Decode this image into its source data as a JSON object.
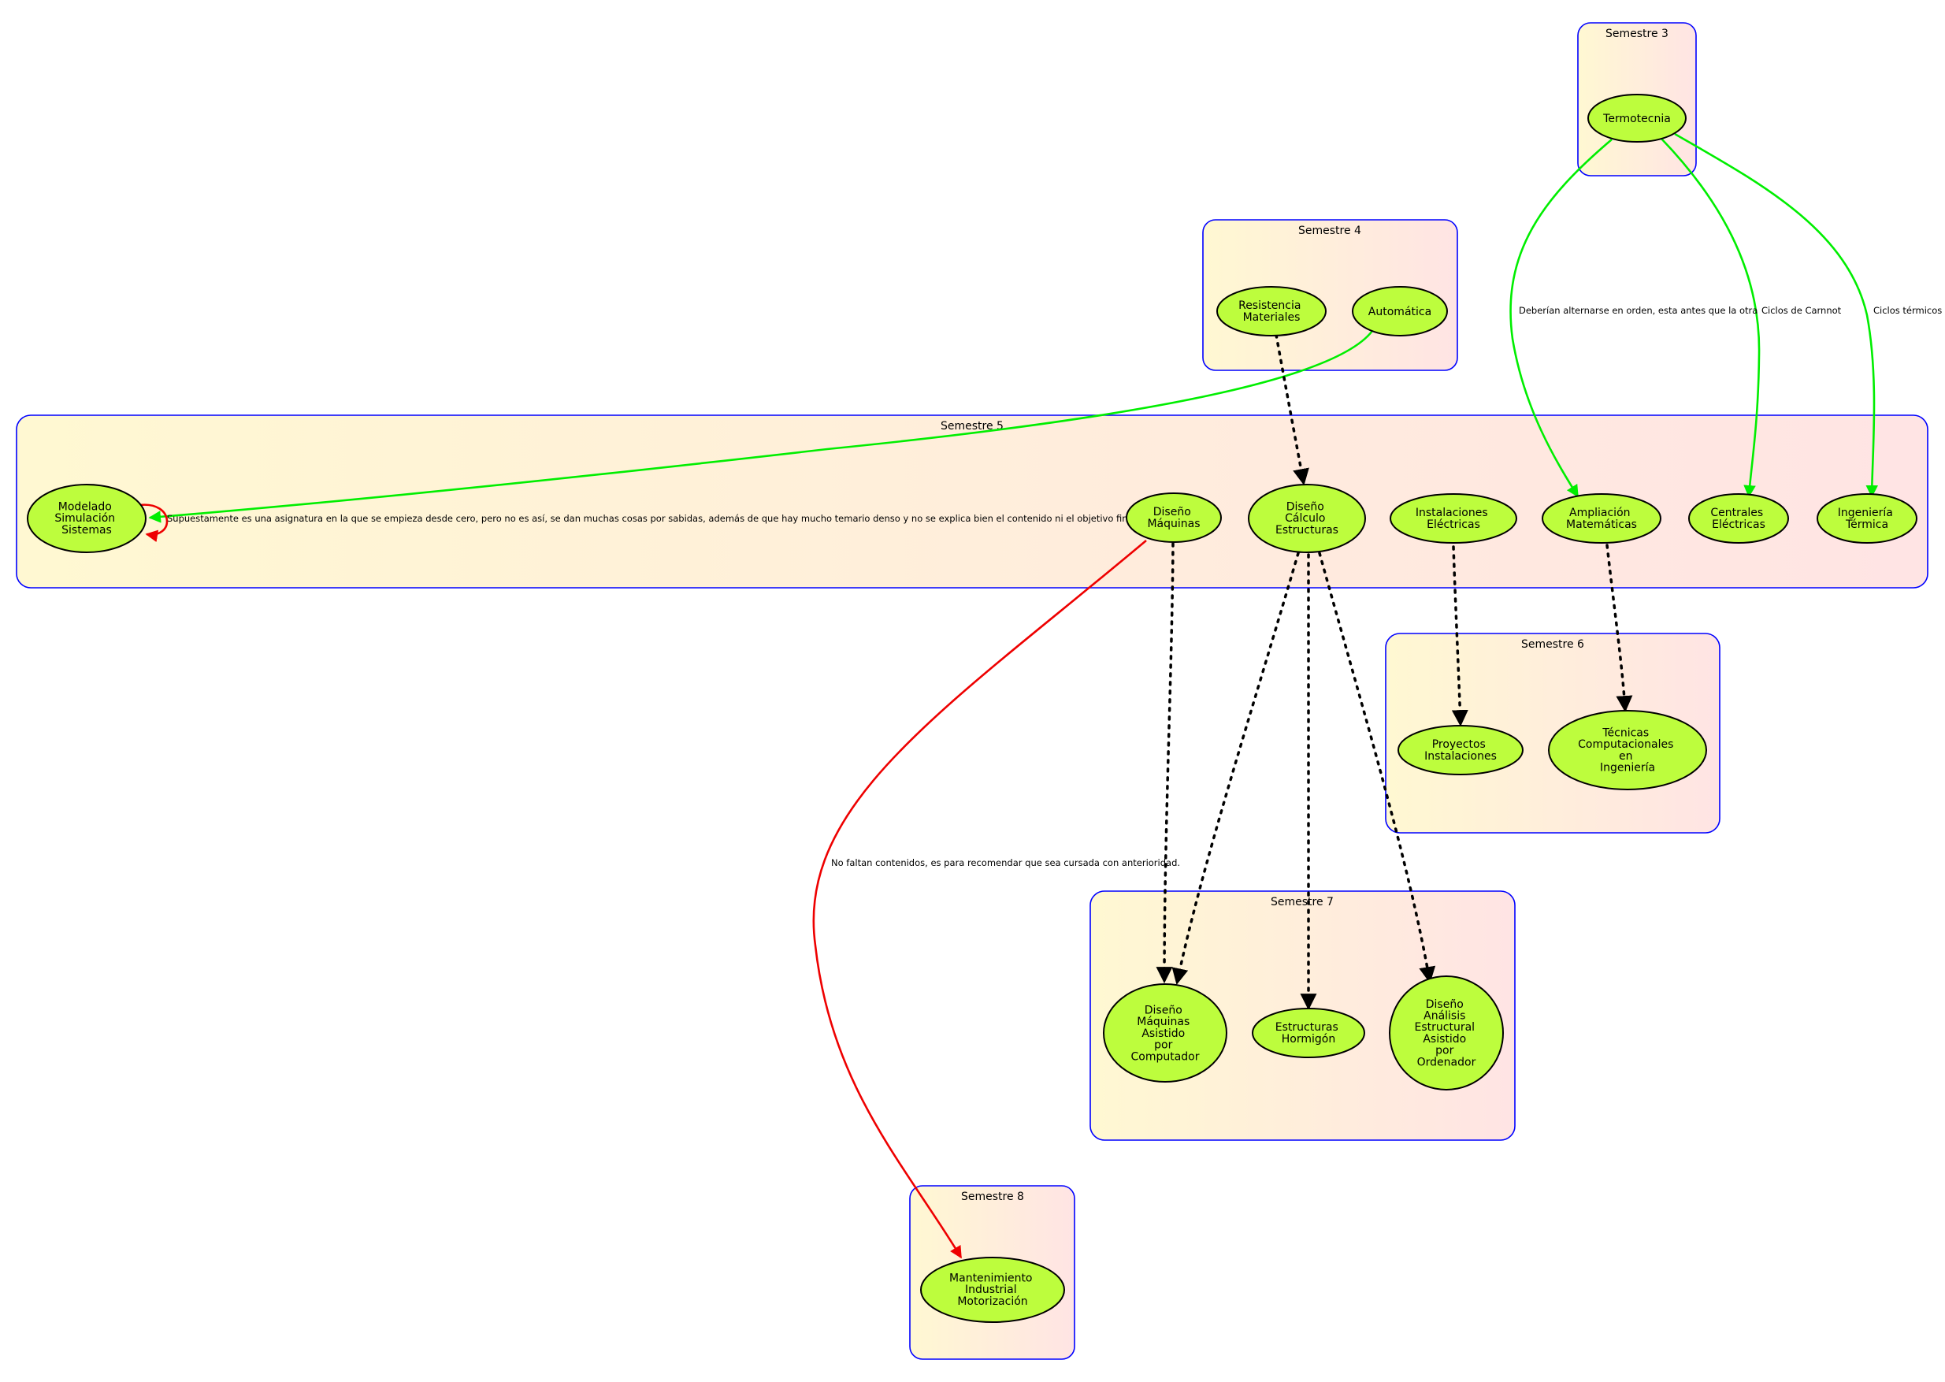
{
  "colors": {
    "cluster_border": "#0000ff",
    "cluster_fill_start": "#fff8d2",
    "cluster_fill_end": "#ffe4e4",
    "node_fill": "#bdfd3d",
    "node_stroke": "#000000",
    "edge_green": "#00ee00",
    "edge_red": "#ee0000",
    "edge_black": "#000000"
  },
  "clusters": [
    {
      "id": "s3",
      "title": "Semestre 3"
    },
    {
      "id": "s4",
      "title": "Semestre 4"
    },
    {
      "id": "s5",
      "title": "Semestre 5"
    },
    {
      "id": "s6",
      "title": "Semestre 6"
    },
    {
      "id": "s7",
      "title": "Semestre 7"
    },
    {
      "id": "s8",
      "title": "Semestre 8"
    }
  ],
  "nodes": [
    {
      "id": "termotecnia",
      "lines": [
        "Termotecnia"
      ]
    },
    {
      "id": "resistencia",
      "lines": [
        "Resistencia",
        "Materiales"
      ]
    },
    {
      "id": "automatica",
      "lines": [
        "Automática"
      ]
    },
    {
      "id": "modelado",
      "lines": [
        "Modelado",
        "Simulación",
        "Sistemas"
      ]
    },
    {
      "id": "diseno_maquinas",
      "lines": [
        "Diseño",
        "Máquinas"
      ]
    },
    {
      "id": "diseno_calculo",
      "lines": [
        "Diseño",
        "Cálculo",
        "Estructuras"
      ]
    },
    {
      "id": "instalaciones",
      "lines": [
        "Instalaciones",
        "Eléctricas"
      ]
    },
    {
      "id": "ampliacion",
      "lines": [
        "Ampliación",
        "Matemáticas"
      ]
    },
    {
      "id": "centrales",
      "lines": [
        "Centrales",
        "Eléctricas"
      ]
    },
    {
      "id": "ingenieria_termica",
      "lines": [
        "Ingeniería",
        "Térmica"
      ]
    },
    {
      "id": "proyectos",
      "lines": [
        "Proyectos",
        "Instalaciones"
      ]
    },
    {
      "id": "tecnicas",
      "lines": [
        "Técnicas",
        "Computacionales",
        "en",
        "Ingeniería"
      ]
    },
    {
      "id": "dmac",
      "lines": [
        "Diseño",
        "Máquinas",
        "Asistido",
        "por",
        "Computador"
      ]
    },
    {
      "id": "estructuras",
      "lines": [
        "Estructuras",
        "Hormigón"
      ]
    },
    {
      "id": "daeao",
      "lines": [
        "Diseño",
        "Análisis",
        "Estructural",
        "Asistido",
        "por",
        "Ordenador"
      ]
    },
    {
      "id": "mantenimiento",
      "lines": [
        "Mantenimiento",
        "Industrial",
        "Motorización"
      ]
    }
  ],
  "edges": [
    {
      "id": "e1",
      "from": "termotecnia",
      "to": "ampliacion",
      "style": "green",
      "label": "Deberían alternarse en orden, esta antes que la otra"
    },
    {
      "id": "e2",
      "from": "termotecnia",
      "to": "centrales",
      "style": "green",
      "label": "Ciclos de Carnnot"
    },
    {
      "id": "e3",
      "from": "termotecnia",
      "to": "ingenieria_termica",
      "style": "green",
      "label": "Ciclos térmicos"
    },
    {
      "id": "e4",
      "from": "automatica",
      "to": "modelado",
      "style": "green",
      "label": "Supuestamente es una asignatura en la que se empieza desde cero, pero no es así, se dan muchas cosas por sabidas, además de que hay mucho temario denso y no se explica bien el contenido ni el objetivo final."
    },
    {
      "id": "e5",
      "from": "modelado",
      "to": "modelado",
      "style": "red",
      "label": ""
    },
    {
      "id": "e6",
      "from": "resistencia",
      "to": "diseno_calculo",
      "style": "dotted",
      "label": ""
    },
    {
      "id": "e7",
      "from": "diseno_maquinas",
      "to": "mantenimiento",
      "style": "red",
      "label": "No faltan contenidos, es para recomendar que sea cursada con anterioridad."
    },
    {
      "id": "e8",
      "from": "diseno_maquinas",
      "to": "dmac",
      "style": "dotted",
      "label": ""
    },
    {
      "id": "e9",
      "from": "diseno_calculo",
      "to": "dmac",
      "style": "dotted",
      "label": ""
    },
    {
      "id": "e10",
      "from": "diseno_calculo",
      "to": "estructuras",
      "style": "dotted",
      "label": ""
    },
    {
      "id": "e11",
      "from": "diseno_calculo",
      "to": "daeao",
      "style": "dotted",
      "label": ""
    },
    {
      "id": "e12",
      "from": "instalaciones",
      "to": "proyectos",
      "style": "dotted",
      "label": ""
    },
    {
      "id": "e13",
      "from": "ampliacion",
      "to": "tecnicas",
      "style": "dotted",
      "label": ""
    }
  ]
}
